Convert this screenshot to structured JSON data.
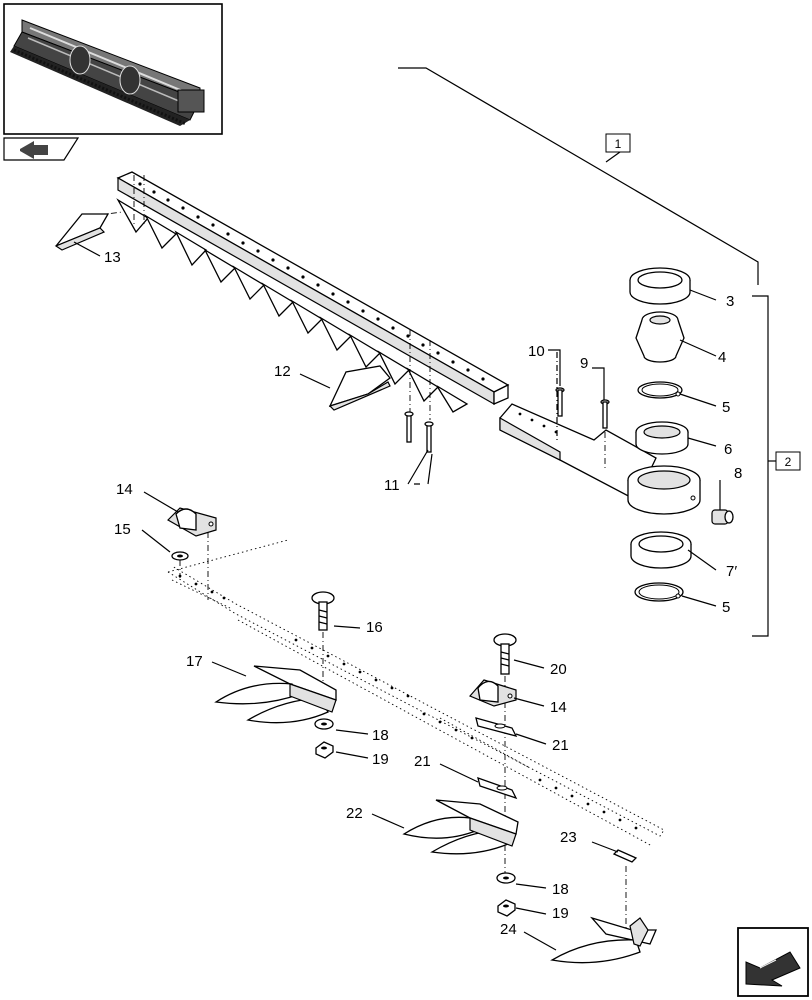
{
  "diagram": {
    "callouts": {
      "c1": "1",
      "c2": "2",
      "c3": "3",
      "c4": "4",
      "c5a": "5",
      "c5b": "5",
      "c6": "6",
      "c7": "7′",
      "c8": "8",
      "c9": "9",
      "c10": "10",
      "c11": "11",
      "c12": "12",
      "c13": "13",
      "c14a": "14",
      "c14b": "14",
      "c15": "15",
      "c16": "16",
      "c17": "17",
      "c18a": "18",
      "c18b": "18",
      "c19a": "19",
      "c19b": "19",
      "c20": "20",
      "c21a": "21",
      "c21b": "21",
      "c22": "22",
      "c23": "23",
      "c24": "24"
    },
    "icons": {
      "thumbnail": "combine-header-thumbnail-icon",
      "nav_prev": "previous-page-arrow-icon",
      "nav_next": "next-page-arrow-icon"
    }
  }
}
